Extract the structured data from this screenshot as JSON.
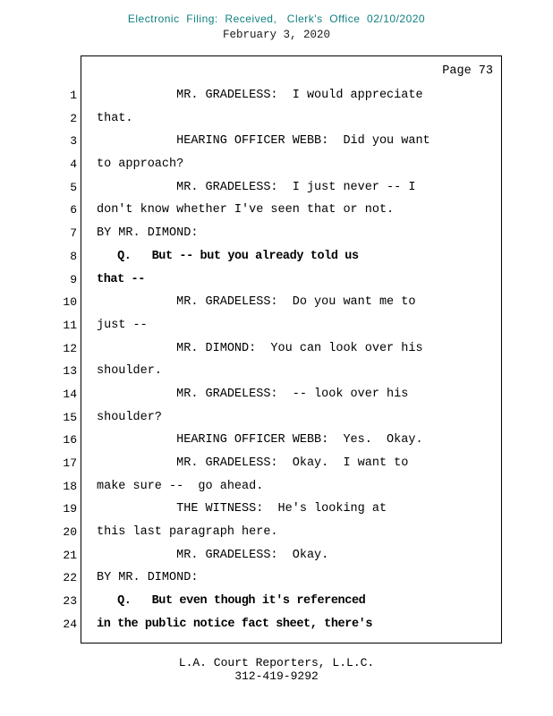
{
  "colors": {
    "filing_stamp_teal": "#0e7f7f"
  },
  "header": {
    "line1": "Electronic  Filing:  Received,   Clerk's  Office  02/10/2020",
    "line2": "February 3, 2020"
  },
  "page": {
    "page_label": "Page 73",
    "lines": [
      {
        "num": "1",
        "bold": false,
        "text": "           MR. GRADELESS:  I would appreciate"
      },
      {
        "num": "2",
        "bold": false,
        "text": "that."
      },
      {
        "num": "3",
        "bold": false,
        "text": "           HEARING OFFICER WEBB:  Did you want"
      },
      {
        "num": "4",
        "bold": false,
        "text": "to approach?"
      },
      {
        "num": "5",
        "bold": false,
        "text": "           MR. GRADELESS:  I just never -- I"
      },
      {
        "num": "6",
        "bold": false,
        "text": "don't know whether I've seen that or not."
      },
      {
        "num": "7",
        "bold": false,
        "text": "BY MR. DIMOND:"
      },
      {
        "num": "8",
        "bold": true,
        "text": "   Q.   But -- but you already told us"
      },
      {
        "num": "9",
        "bold": true,
        "text": "that --"
      },
      {
        "num": "10",
        "bold": false,
        "text": "           MR. GRADELESS:  Do you want me to"
      },
      {
        "num": "11",
        "bold": false,
        "text": "just --"
      },
      {
        "num": "12",
        "bold": false,
        "text": "           MR. DIMOND:  You can look over his"
      },
      {
        "num": "13",
        "bold": false,
        "text": "shoulder."
      },
      {
        "num": "14",
        "bold": false,
        "text": "           MR. GRADELESS:  -- look over his"
      },
      {
        "num": "15",
        "bold": false,
        "text": "shoulder?"
      },
      {
        "num": "16",
        "bold": false,
        "text": "           HEARING OFFICER WEBB:  Yes.  Okay."
      },
      {
        "num": "17",
        "bold": false,
        "text": "           MR. GRADELESS:  Okay.  I want to"
      },
      {
        "num": "18",
        "bold": false,
        "text": "make sure --  go ahead."
      },
      {
        "num": "19",
        "bold": false,
        "text": "           THE WITNESS:  He's looking at"
      },
      {
        "num": "20",
        "bold": false,
        "text": "this last paragraph here."
      },
      {
        "num": "21",
        "bold": false,
        "text": "           MR. GRADELESS:  Okay."
      },
      {
        "num": "22",
        "bold": false,
        "text": "BY MR. DIMOND:"
      },
      {
        "num": "23",
        "bold": true,
        "text": "   Q.   But even though it's referenced"
      },
      {
        "num": "24",
        "bold": true,
        "text": "in the public notice fact sheet, there's"
      }
    ]
  },
  "footer": {
    "line1": "L.A. Court Reporters, L.L.C.",
    "line2": "312-419-9292"
  }
}
